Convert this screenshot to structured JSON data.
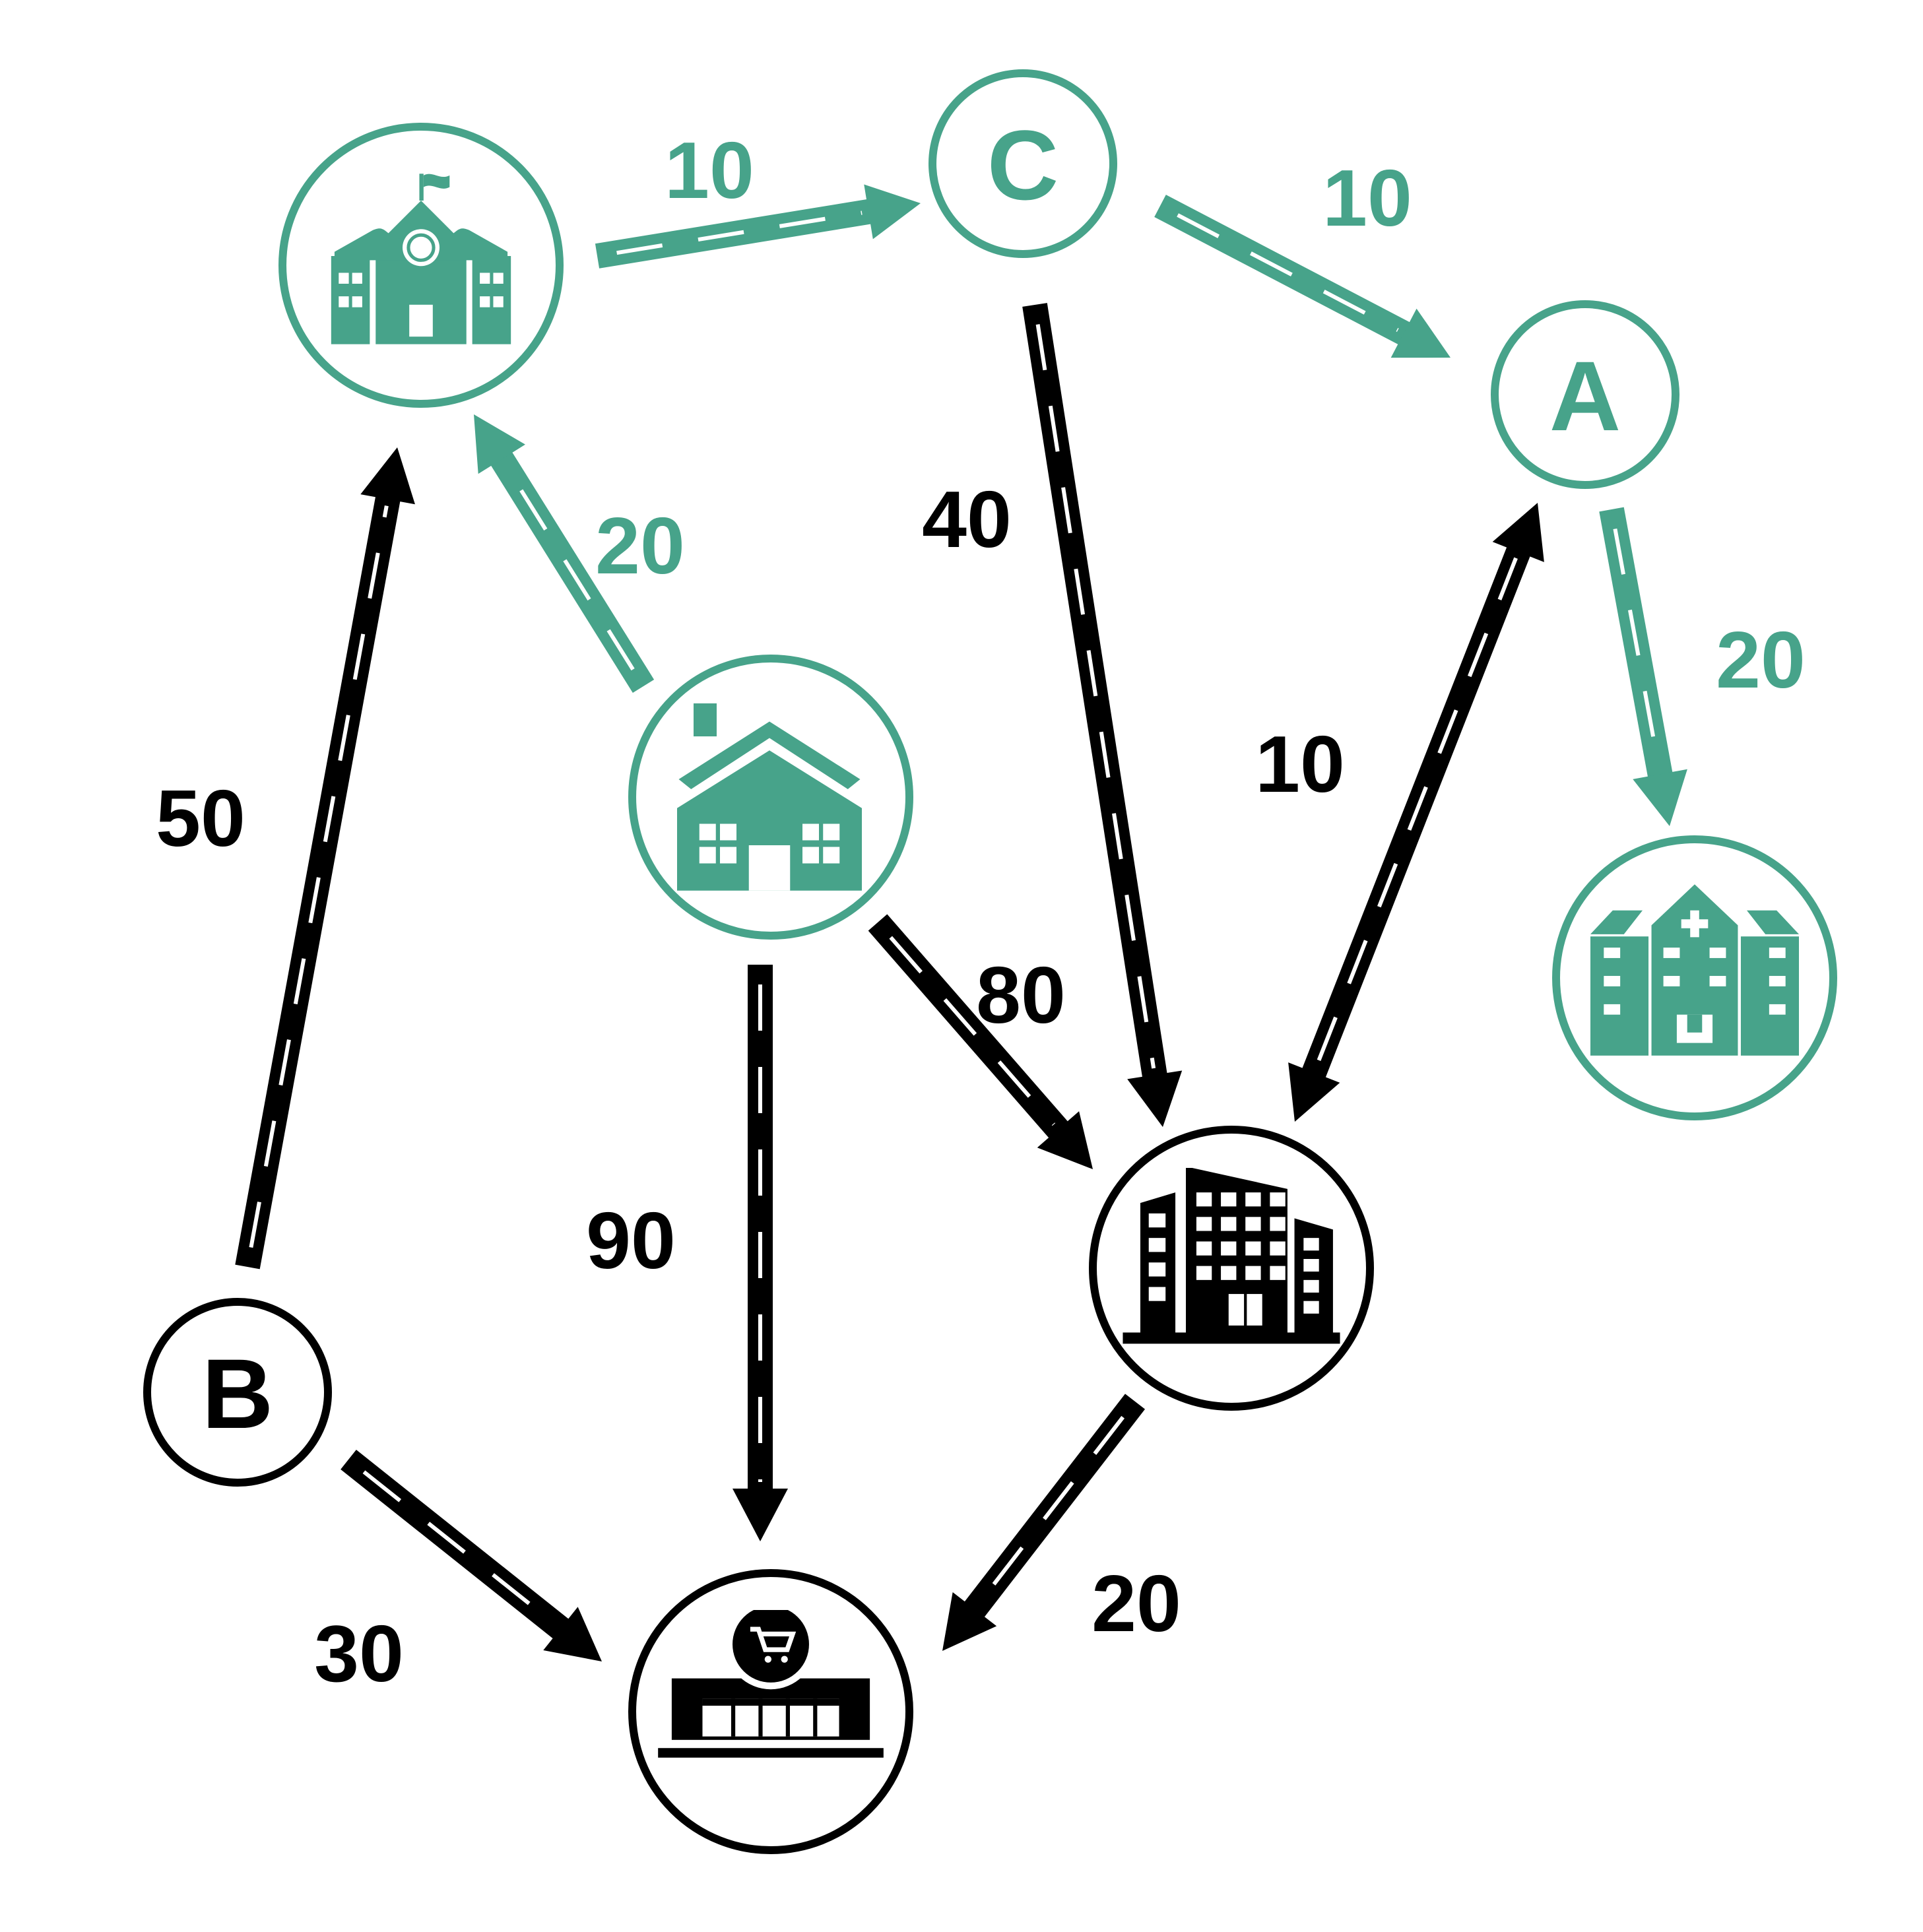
{
  "colors": {
    "green": "#47a38a",
    "black": "#000000",
    "white": "#ffffff"
  },
  "nodes": {
    "school": {
      "icon": "school-icon",
      "color": "green"
    },
    "c": {
      "letter": "C",
      "color": "green"
    },
    "a": {
      "letter": "A",
      "color": "green"
    },
    "house": {
      "icon": "house-icon",
      "color": "green"
    },
    "hospital": {
      "icon": "hospital-icon",
      "color": "green"
    },
    "b": {
      "letter": "B",
      "color": "black"
    },
    "office": {
      "icon": "office-buildings-icon",
      "color": "black"
    },
    "store": {
      "icon": "shopping-store-icon",
      "color": "black"
    }
  },
  "edges": [
    {
      "from": "school",
      "to": "c",
      "weight": "10",
      "color": "green"
    },
    {
      "from": "c",
      "to": "a",
      "weight": "10",
      "color": "green"
    },
    {
      "from": "house",
      "to": "school",
      "weight": "20",
      "color": "green"
    },
    {
      "from": "a",
      "to": "hospital",
      "weight": "20",
      "color": "green"
    },
    {
      "from": "c",
      "to": "office",
      "weight": "40",
      "color": "black"
    },
    {
      "from": "b",
      "to": "school",
      "weight": "50",
      "color": "black"
    },
    {
      "from": "office",
      "to": "a",
      "weight": "10",
      "color": "black",
      "bidirectional": true
    },
    {
      "from": "house",
      "to": "office",
      "weight": "80",
      "color": "black"
    },
    {
      "from": "house",
      "to": "store",
      "weight": "90",
      "color": "black"
    },
    {
      "from": "b",
      "to": "store",
      "weight": "30",
      "color": "black"
    },
    {
      "from": "office",
      "to": "store",
      "weight": "20",
      "color": "black"
    }
  ]
}
